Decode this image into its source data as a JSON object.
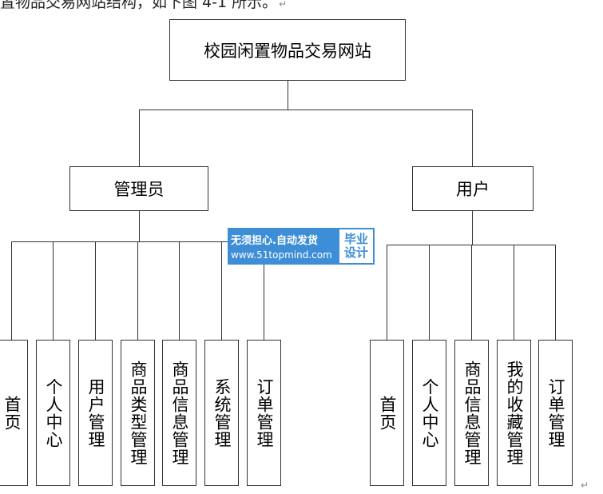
{
  "caption": "置物品交易网站结构，如下图 4-1 所示。",
  "caption_mark": "↵",
  "end_mark": "↵",
  "diagram": {
    "root": "校园闲置物品交易网站",
    "branches": [
      {
        "label": "管理员",
        "children": [
          "首页",
          "个人中心",
          "用户管理",
          "商品类型管理",
          "商品信息管理",
          "系统管理",
          "订单管理"
        ]
      },
      {
        "label": "用户",
        "children": [
          "首页",
          "个人中心",
          "商品信息管理",
          "我的收藏管理",
          "订单管理"
        ]
      }
    ]
  },
  "watermark": {
    "line1": "无须担心.自动发货",
    "line2": "www.51topmind.com",
    "badge": "毕业设计",
    "bg_color": "#3d8ed6"
  }
}
